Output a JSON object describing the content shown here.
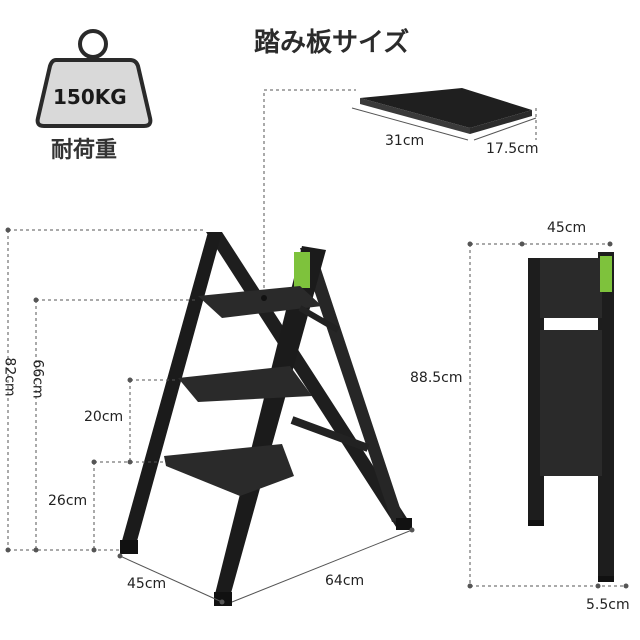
{
  "title": "踏み板サイズ",
  "load": {
    "weight": "150KG",
    "caption": "耐荷重"
  },
  "tread": {
    "width": "31cm",
    "depth": "17.5cm"
  },
  "unfolded": {
    "total_height": "82cm",
    "top_step_height": "66cm",
    "step_gap": "20cm",
    "first_step_height": "26cm",
    "base_width": "45cm",
    "base_depth": "64cm"
  },
  "folded": {
    "width": "45cm",
    "height": "88.5cm",
    "thickness": "5.5cm"
  },
  "colors": {
    "ladder": "#1e1e1e",
    "tread": "#2a2a2a",
    "label_green": "#7ec23c",
    "dim_line": "#555555"
  }
}
